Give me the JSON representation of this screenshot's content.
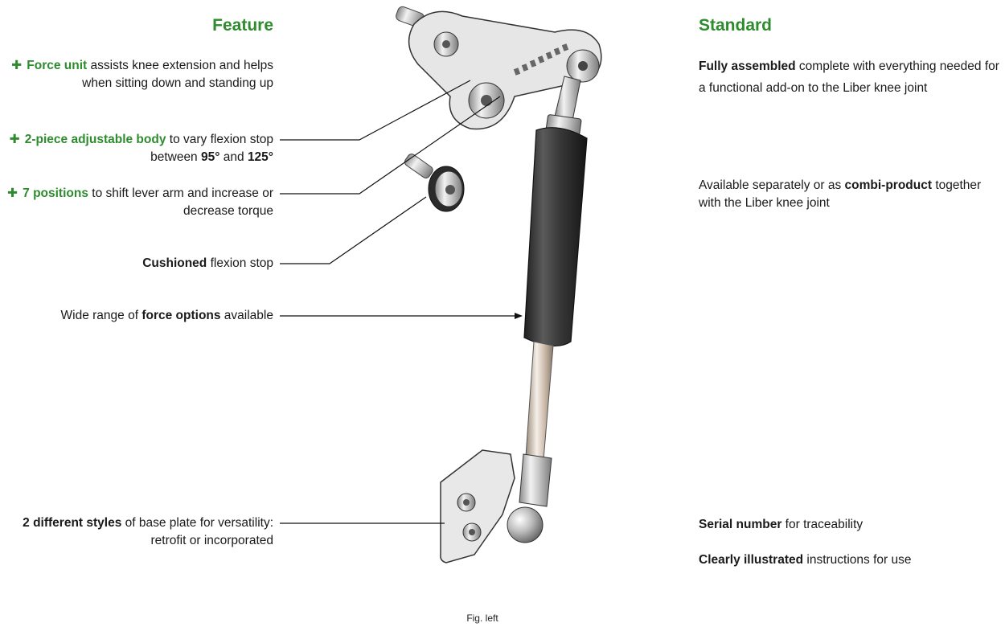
{
  "headings": {
    "feature": "Feature",
    "standard": "Standard"
  },
  "features": [
    {
      "plus": "✚",
      "highlight": "Force unit",
      "text": " assists knee extension and helps when sitting down and standing up"
    },
    {
      "plus": "✚",
      "highlight": "2-piece adjustable body",
      "text": " to vary flexion stop between ",
      "bold1": "95°",
      "mid": " and ",
      "bold2": "125°"
    },
    {
      "plus": "✚",
      "highlight": "7 positions",
      "text": " to shift lever arm and increase or decrease torque"
    },
    {
      "bold": "Cushioned",
      "text": " flexion stop"
    },
    {
      "pre": "Wide range of ",
      "bold": "force options",
      "text": " available"
    },
    {
      "bold": "2 different styles",
      "text": " of base plate for versatility: retrofit or incorporated"
    }
  ],
  "standards": [
    {
      "bold": "Fully assembled",
      "text": " complete with everything needed for a functional add-on to the Liber knee joint"
    },
    {
      "pre": "Available separately or as ",
      "bold": "combi-product",
      "text": " together with the Liber knee joint"
    },
    {
      "bold": "Serial number",
      "text": " for traceability"
    },
    {
      "bold": "Clearly illustrated",
      "text": " instructions for use"
    }
  ],
  "caption": "Fig. left",
  "colors": {
    "accent": "#2e8b2e",
    "text": "#1a1a1a",
    "cylinder": "#3a3a3a"
  }
}
